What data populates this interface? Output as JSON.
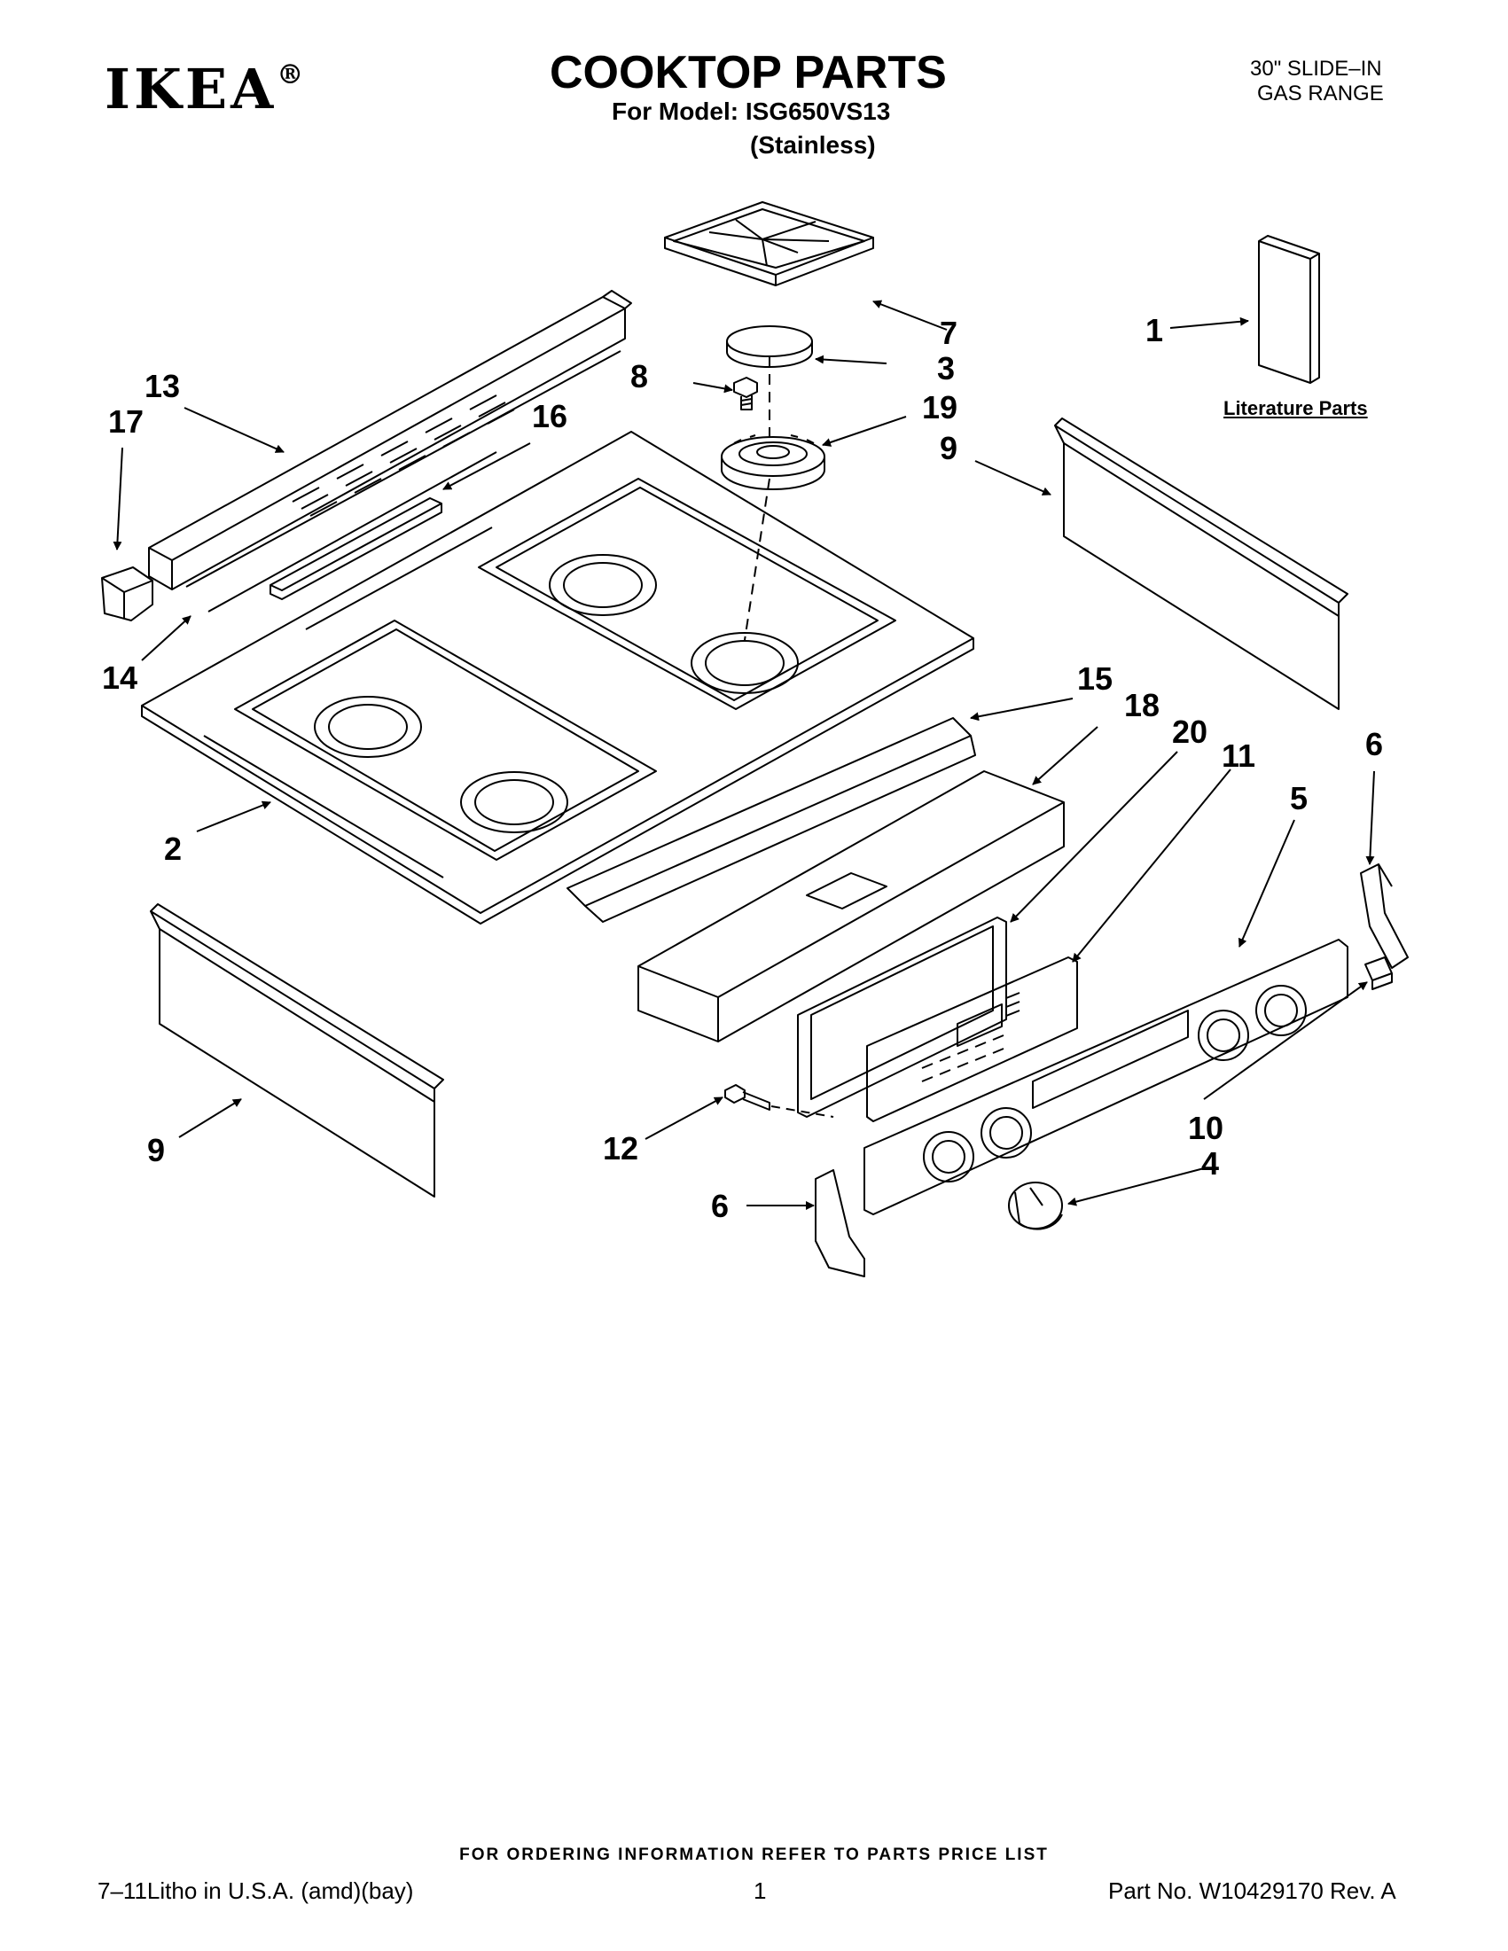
{
  "header": {
    "brand": "IKEA",
    "brand_mark": "®",
    "title": "COOKTOP PARTS",
    "model_line": "For Model: ISG650VS13",
    "finish": "(Stainless)",
    "range_line1": "30\" SLIDE–IN",
    "range_line2": "GAS RANGE"
  },
  "diagram": {
    "literature_label": "Literature Parts",
    "callouts": {
      "c1": "1",
      "c2": "2",
      "c3": "3",
      "c4": "4",
      "c5": "5",
      "c6a": "6",
      "c6b": "6",
      "c7": "7",
      "c8": "8",
      "c9a": "9",
      "c9b": "9",
      "c10": "10",
      "c11": "11",
      "c12": "12",
      "c13": "13",
      "c14": "14",
      "c15": "15",
      "c16": "16",
      "c17": "17",
      "c18": "18",
      "c19": "19",
      "c20": "20"
    }
  },
  "footer": {
    "ordering_info": "FOR ORDERING INFORMATION REFER TO PARTS PRICE LIST",
    "litho": "7–11Litho in U.S.A. (amd)(bay)",
    "page": "1",
    "part_no": "Part No. W10429170 Rev. A"
  }
}
